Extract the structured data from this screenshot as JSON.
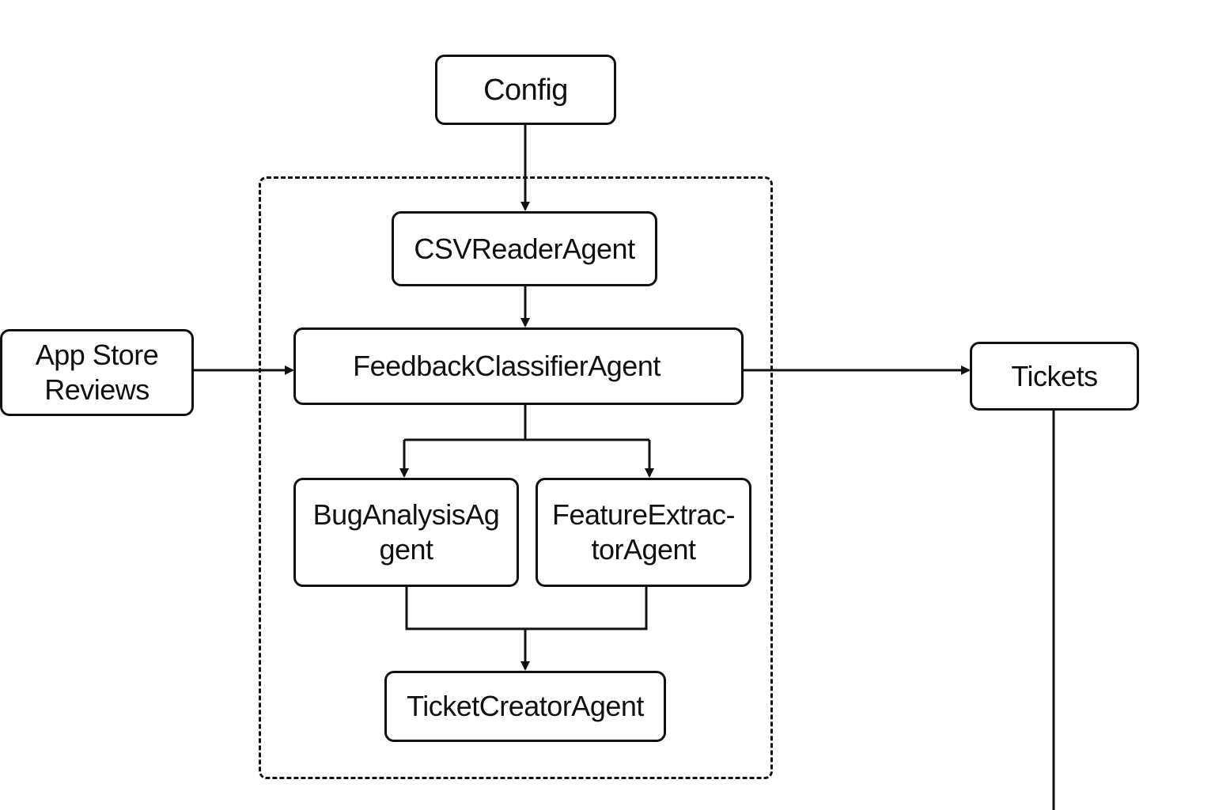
{
  "nodes": {
    "config": "Config",
    "csv_reader": "CSVReaderAgent",
    "app_store_reviews": [
      "App Store",
      "Reviews"
    ],
    "feedback_classifier": "FeedbackClassifierAgent",
    "tickets": "Tickets",
    "bug_analysis": [
      "BugAnalysisAg",
      "gent"
    ],
    "feature_extractor": [
      "FeatureExtrac-",
      "torAgent"
    ],
    "ticket_creator": "TicketCreatorAgent"
  },
  "colors": {
    "stroke": "#111111",
    "background": "#ffffff"
  }
}
